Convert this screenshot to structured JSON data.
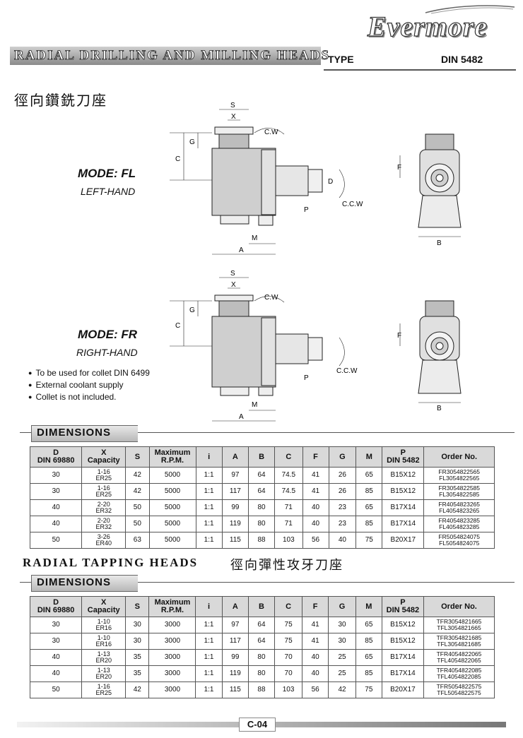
{
  "header": {
    "brand": "Evermore",
    "title": "RADIAL DRILLING AND MILLING HEADS",
    "type_label": "TYPE",
    "din_label": "DIN 5482",
    "cn_title": "徑向鑽銑刀座"
  },
  "modes": [
    {
      "label": "MODE: FL",
      "sub": "LEFT-HAND"
    },
    {
      "label": "MODE: FR",
      "sub": "RIGHT-HAND"
    }
  ],
  "dims_labels": {
    "s": "S",
    "x": "X",
    "g": "G",
    "c": "C",
    "d": "D",
    "p": "P",
    "m": "M",
    "a": "A",
    "f": "F",
    "b": "B",
    "cw": "C.W",
    "ccw": "C.C.W"
  },
  "notes": [
    "To be used for collet DIN 6499",
    "External coolant supply",
    "Collet is not included."
  ],
  "table_title": "DIMENSIONS",
  "columns": [
    "D\nDIN 69880",
    "X\nCapacity",
    "S",
    "Maximum\nR.P.M.",
    "i",
    "A",
    "B",
    "C",
    "F",
    "G",
    "M",
    "P\nDIN 5482",
    "Order No."
  ],
  "table1": [
    [
      "30",
      "1-16\nER25",
      "42",
      "5000",
      "1:1",
      "97",
      "64",
      "74.5",
      "41",
      "26",
      "65",
      "B15X12",
      "FR3054822565\nFL3054822565"
    ],
    [
      "30",
      "1-16\nER25",
      "42",
      "5000",
      "1:1",
      "117",
      "64",
      "74.5",
      "41",
      "26",
      "85",
      "B15X12",
      "FR3054822585\nFL3054822585"
    ],
    [
      "40",
      "2-20\nER32",
      "50",
      "5000",
      "1:1",
      "99",
      "80",
      "71",
      "40",
      "23",
      "65",
      "B17X14",
      "FR4054823265\nFL4054823265"
    ],
    [
      "40",
      "2-20\nER32",
      "50",
      "5000",
      "1:1",
      "119",
      "80",
      "71",
      "40",
      "23",
      "85",
      "B17X14",
      "FR4054823285\nFL4054823285"
    ],
    [
      "50",
      "3-26\nER40",
      "63",
      "5000",
      "1:1",
      "115",
      "88",
      "103",
      "56",
      "40",
      "75",
      "B20X17",
      "FR5054824075\nFL5054824075"
    ]
  ],
  "section2": {
    "title": "RADIAL TAPPING HEADS",
    "cn_title": "徑向彈性攻牙刀座"
  },
  "table2": [
    [
      "30",
      "1-10\nER16",
      "30",
      "3000",
      "1:1",
      "97",
      "64",
      "75",
      "41",
      "30",
      "65",
      "B15X12",
      "TFR3054821665\nTFL3054821665"
    ],
    [
      "30",
      "1-10\nER16",
      "30",
      "3000",
      "1:1",
      "117",
      "64",
      "75",
      "41",
      "30",
      "85",
      "B15X12",
      "TFR3054821685\nTFL3054821685"
    ],
    [
      "40",
      "1-13\nER20",
      "35",
      "3000",
      "1:1",
      "99",
      "80",
      "70",
      "40",
      "25",
      "65",
      "B17X14",
      "TFR4054822065\nTFL4054822065"
    ],
    [
      "40",
      "1-13\nER20",
      "35",
      "3000",
      "1:1",
      "119",
      "80",
      "70",
      "40",
      "25",
      "85",
      "B17X14",
      "TFR4054822085\nTFL4054822085"
    ],
    [
      "50",
      "1-16\nER25",
      "42",
      "3000",
      "1:1",
      "115",
      "88",
      "103",
      "56",
      "42",
      "75",
      "B20X17",
      "TFR5054822575\nTFL5054822575"
    ]
  ],
  "page_number": "C-04"
}
